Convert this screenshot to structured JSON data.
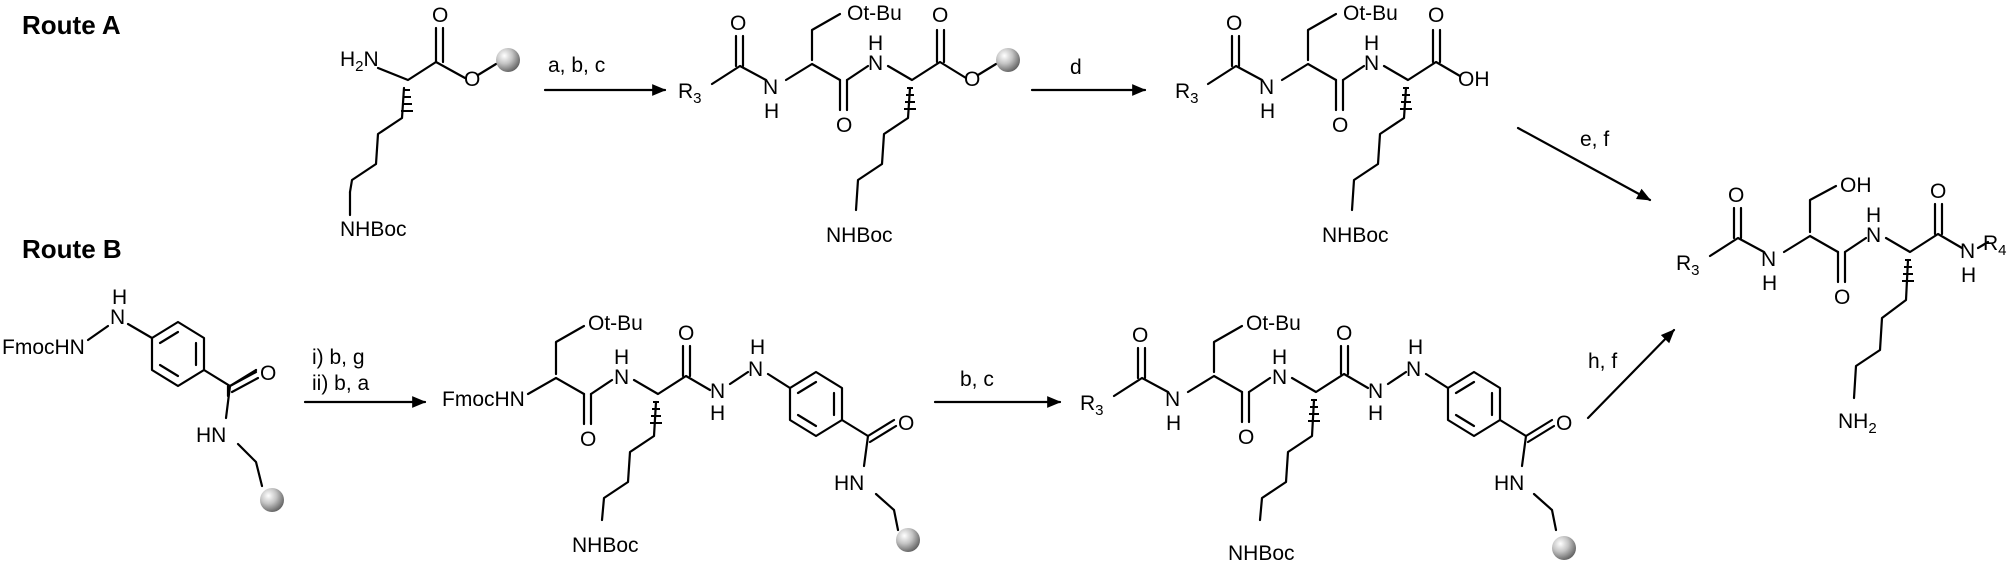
{
  "routes": {
    "a": "Route A",
    "b": "Route B"
  },
  "conditions": {
    "abc": "a, b, c",
    "d": "d",
    "ef": "e, f",
    "bg": "i) b, g",
    "ba": "ii) b, a",
    "bc": "b, c",
    "hf": "h, f"
  },
  "atoms": {
    "h2n_prefix": "H",
    "h2n_sub": "2",
    "h2n_suffix": "N",
    "o": "O",
    "n": "N",
    "h": "H",
    "nh": "N",
    "nhboc": "NHBoc",
    "otbu": "Ot-Bu",
    "oh": "OH",
    "r": "R",
    "r3_sub": "3",
    "r4_sub": "4",
    "fmochn": "FmocHN",
    "hn": "HN",
    "nh2": "NH",
    "nh2_sub": "2"
  },
  "colors": {
    "bond": "#000000",
    "bead_highlight": "#ffffff",
    "bead_shade": "#6e6e6e"
  }
}
